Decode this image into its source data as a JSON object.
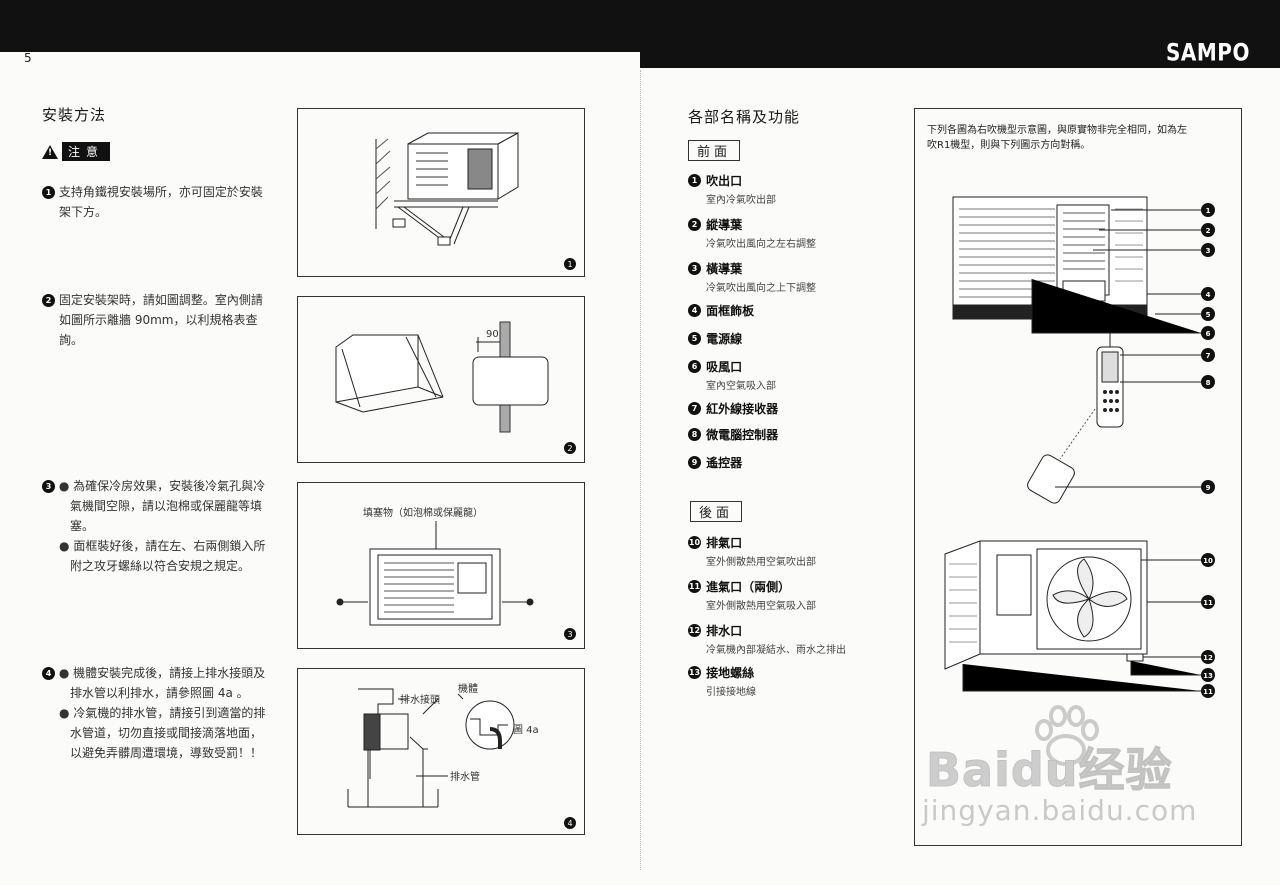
{
  "header": {
    "page_number": "5",
    "brand": "SAMPO"
  },
  "left": {
    "title": "安裝方法",
    "caution_label": "注意",
    "steps": [
      {
        "num": "1",
        "lines": [
          "支持角鐵視安裝場所，亦可固定於安裝",
          "架下方。"
        ]
      },
      {
        "num": "2",
        "lines": [
          "固定安裝架時，請如圖調整。室內側請",
          "如圖所示離牆 90mm，以利規格表查",
          "詢。"
        ]
      },
      {
        "num": "3",
        "bullets": [
          [
            "為確保冷房效果，安裝後冷氣孔與冷",
            "氣機間空隙，請以泡棉或保麗龍等填",
            "塞。"
          ],
          [
            "面框裝好後，請在左、右兩側鎖入所",
            "附之攻牙螺絲以符合安規之規定。"
          ]
        ]
      },
      {
        "num": "4",
        "bullets": [
          [
            "機體安裝完成後，請接上排水接頭及",
            "排水管以利排水，請參照圖 4a 。"
          ],
          [
            "冷氣機的排水管，請接引到適當的排",
            "水管道，切勿直接或間接滴落地面，",
            "以避免弄髒周遭環境，導致受罰！！"
          ]
        ]
      }
    ],
    "figures": {
      "fig1_num": "1",
      "fig2_num": "2",
      "fig2_dim": "90",
      "fig3_num": "3",
      "fig3_label": "填塞物（如泡棉或保麗龍）",
      "fig4_num": "4",
      "fig4_label_drain_joint": "排水接頭",
      "fig4_label_body": "機體",
      "fig4_label_fig4a": "圖 4a",
      "fig4_label_drain_pipe": "排水管"
    }
  },
  "right": {
    "title": "各部名稱及功能",
    "front_label": "前面",
    "back_label": "後面",
    "note_lines": [
      "下列各圖為右吹機型示意圖，與原實物非完全相同，如為左",
      "吹R1機型，則與下列圖示方向對稱。"
    ],
    "front_items": [
      {
        "num": "1",
        "title": "吹出口",
        "desc": "室內冷氣吹出部"
      },
      {
        "num": "2",
        "title": "縱導葉",
        "desc": "冷氣吹出風向之左右調整"
      },
      {
        "num": "3",
        "title": "橫導葉",
        "desc": "冷氣吹出風向之上下調整"
      },
      {
        "num": "4",
        "title": "面框飾板",
        "desc": ""
      },
      {
        "num": "5",
        "title": "電源線",
        "desc": ""
      },
      {
        "num": "6",
        "title": "吸風口",
        "desc": "室內空氣吸入部"
      },
      {
        "num": "7",
        "title": "紅外線接收器",
        "desc": ""
      },
      {
        "num": "8",
        "title": "微電腦控制器",
        "desc": ""
      },
      {
        "num": "9",
        "title": "遙控器",
        "desc": ""
      }
    ],
    "back_items": [
      {
        "num": "10",
        "title": "排氣口",
        "desc": "室外側散熱用空氣吹出部"
      },
      {
        "num": "11",
        "title": "進氣口（兩側）",
        "desc": "室外側散熱用空氣吸入部"
      },
      {
        "num": "12",
        "title": "排水口",
        "desc": "冷氣機內部凝結水、雨水之排出"
      },
      {
        "num": "13",
        "title": "接地螺絲",
        "desc": "引接接地線"
      }
    ],
    "front_callouts": [
      "1",
      "2",
      "3",
      "4",
      "5",
      "6",
      "7",
      "8",
      "9"
    ],
    "back_callouts": [
      "10",
      "11",
      "12",
      "13",
      "11"
    ]
  },
  "watermark": {
    "logo": "Baidu经验",
    "url": "jingyan.baidu.com"
  }
}
